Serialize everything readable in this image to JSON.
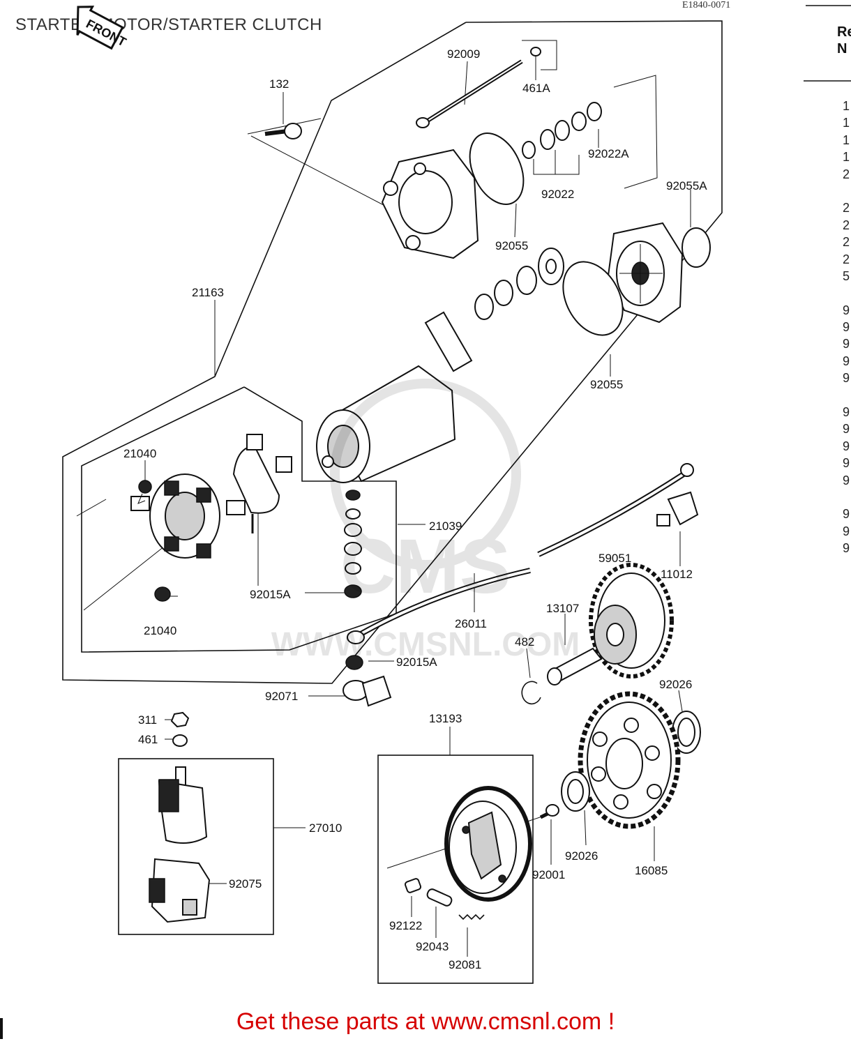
{
  "page": {
    "title": "STARTER MOTOR/STARTER CLUTCH",
    "diagram_code": "E1840-0071",
    "front_label": "FRONT",
    "cta": "Get these parts at www.cmsnl.com !",
    "ref_heading": [
      "Re",
      "N"
    ],
    "ref_partial": [
      "1",
      "1",
      "1",
      "1",
      "2",
      "",
      "2",
      "2",
      "2",
      "2",
      "5",
      "",
      "9",
      "9",
      "9",
      "9",
      "9",
      "",
      "9",
      "9",
      "9",
      "9",
      "9",
      "",
      "9",
      "9",
      "9"
    ]
  },
  "labels": {
    "p92009": "92009",
    "p461A": "461A",
    "p132": "132",
    "p92022A": "92022A",
    "p92022": "92022",
    "p92055A": "92055A",
    "p92055_top": "92055",
    "p21163": "21163",
    "p92055_mid": "92055",
    "p21040_top": "21040",
    "p21039": "21039",
    "p92015A_left": "92015A",
    "p21040_bottom": "21040",
    "p26011": "26011",
    "p59051": "59051",
    "p11012": "11012",
    "p13107": "13107",
    "p482": "482",
    "p92015A_bottom": "92015A",
    "p92071": "92071",
    "p92026_top": "92026",
    "p311": "311",
    "p461": "461",
    "p13193": "13193",
    "p27010": "27010",
    "p92001": "92001",
    "p92026_bottom": "92026",
    "p16085": "16085",
    "p92075": "92075",
    "p92122": "92122",
    "p92043": "92043",
    "p92081": "92081"
  },
  "watermark": {
    "brand": "CMS",
    "url": "WWW.CMSNL.COM"
  }
}
